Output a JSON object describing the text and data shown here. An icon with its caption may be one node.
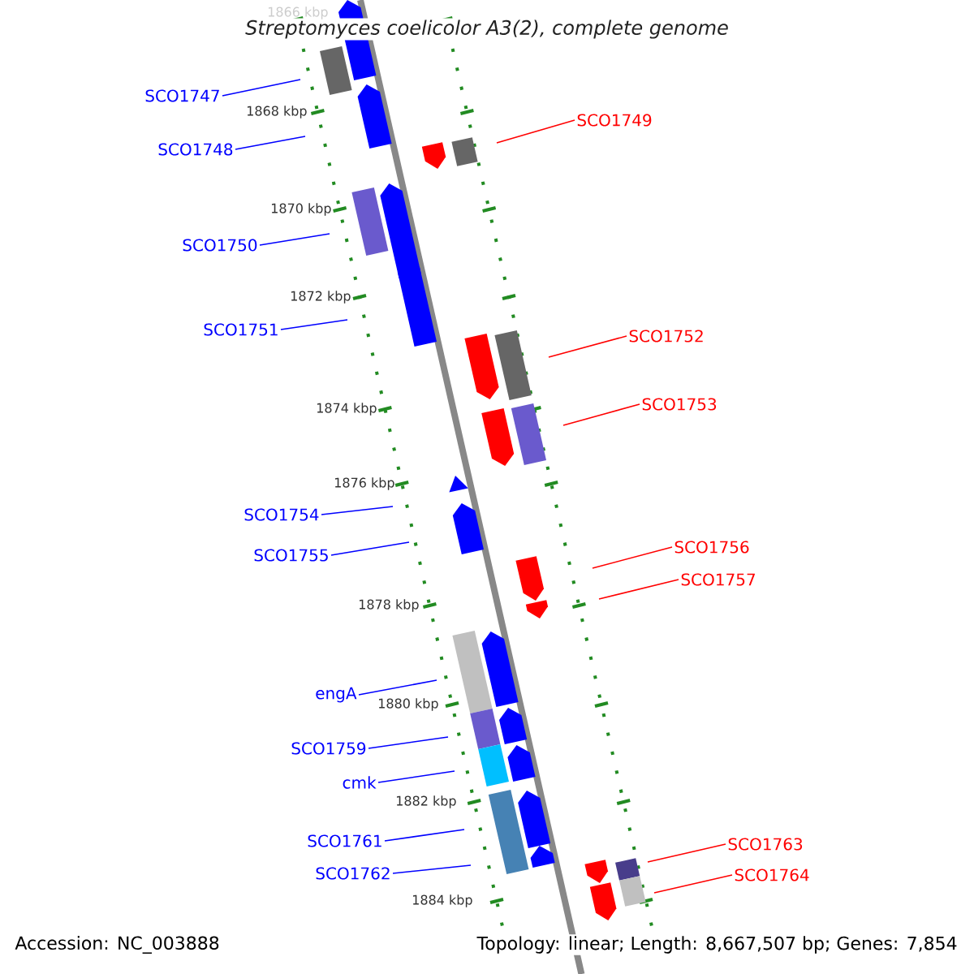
{
  "diagram": {
    "title": "Streptomyces coelicolor A3(2), complete genome",
    "nodes": [
      {
        "text": [
          "SCO1747"
        ]
      },
      {
        "text": [
          "SCO1748"
        ]
      },
      {
        "text": [
          "SCO1750"
        ]
      },
      {
        "text": [
          "SCO1751"
        ]
      },
      {
        "text": [
          "SCO1754"
        ]
      },
      {
        "text": [
          "SCO1755"
        ]
      },
      {
        "text": [
          "engA"
        ]
      },
      {
        "text": [
          "SCO1759"
        ]
      },
      {
        "text": [
          "cmk"
        ]
      },
      {
        "text": [
          "SCO1761"
        ]
      },
      {
        "text": [
          "SCO1762"
        ]
      },
      {
        "text": [
          "SCO1749"
        ]
      },
      {
        "text": [
          "SCO1752"
        ]
      },
      {
        "text": [
          "SCO1753"
        ]
      },
      {
        "text": [
          "SCO1756"
        ]
      },
      {
        "text": [
          "SCO1757"
        ]
      },
      {
        "text": [
          "SCO1763"
        ]
      },
      {
        "text": [
          "SCO1764"
        ]
      }
    ],
    "edges": [
      {
        "from": 0,
        "to": null,
        "arrow": "none"
      },
      {
        "from": 1,
        "to": null,
        "arrow": "none"
      },
      {
        "from": 2,
        "to": null,
        "arrow": "none"
      },
      {
        "from": 3,
        "to": null,
        "arrow": "none"
      },
      {
        "from": 4,
        "to": null,
        "arrow": "none"
      },
      {
        "from": 5,
        "to": null,
        "arrow": "none"
      },
      {
        "from": 6,
        "to": null,
        "arrow": "none"
      },
      {
        "from": 7,
        "to": null,
        "arrow": "none"
      },
      {
        "from": 8,
        "to": null,
        "arrow": "none"
      },
      {
        "from": 9,
        "to": null,
        "arrow": "none"
      },
      {
        "from": 10,
        "to": null,
        "arrow": "none"
      },
      {
        "from": 11,
        "to": null,
        "arrow": "none",
        "color": "#ff0000"
      },
      {
        "from": 12,
        "to": null,
        "arrow": "none",
        "color": "#ff0000"
      },
      {
        "from": 13,
        "to": null,
        "arrow": "none",
        "color": "#ff0000"
      },
      {
        "from": 14,
        "to": null,
        "arrow": "none",
        "color": "#ff0000"
      },
      {
        "from": 15,
        "to": null,
        "arrow": "none",
        "color": "#ff0000"
      },
      {
        "from": 16,
        "to": null,
        "arrow": "none",
        "color": "#ff0000"
      },
      {
        "from": 17,
        "to": null,
        "arrow": "none",
        "color": "#ff0000"
      }
    ],
    "labels": [
      "1866 kbp",
      "1868 kbp",
      "1870 kbp",
      "1872 kbp",
      "1874 kbp",
      "1876 kbp",
      "1878 kbp",
      "1880 kbp",
      "1882 kbp",
      "1884 kbp",
      "Accession: NC_003888",
      "Topology: linear; Length: 8,667,507 bp; Genes: 7,854"
    ]
  }
}
